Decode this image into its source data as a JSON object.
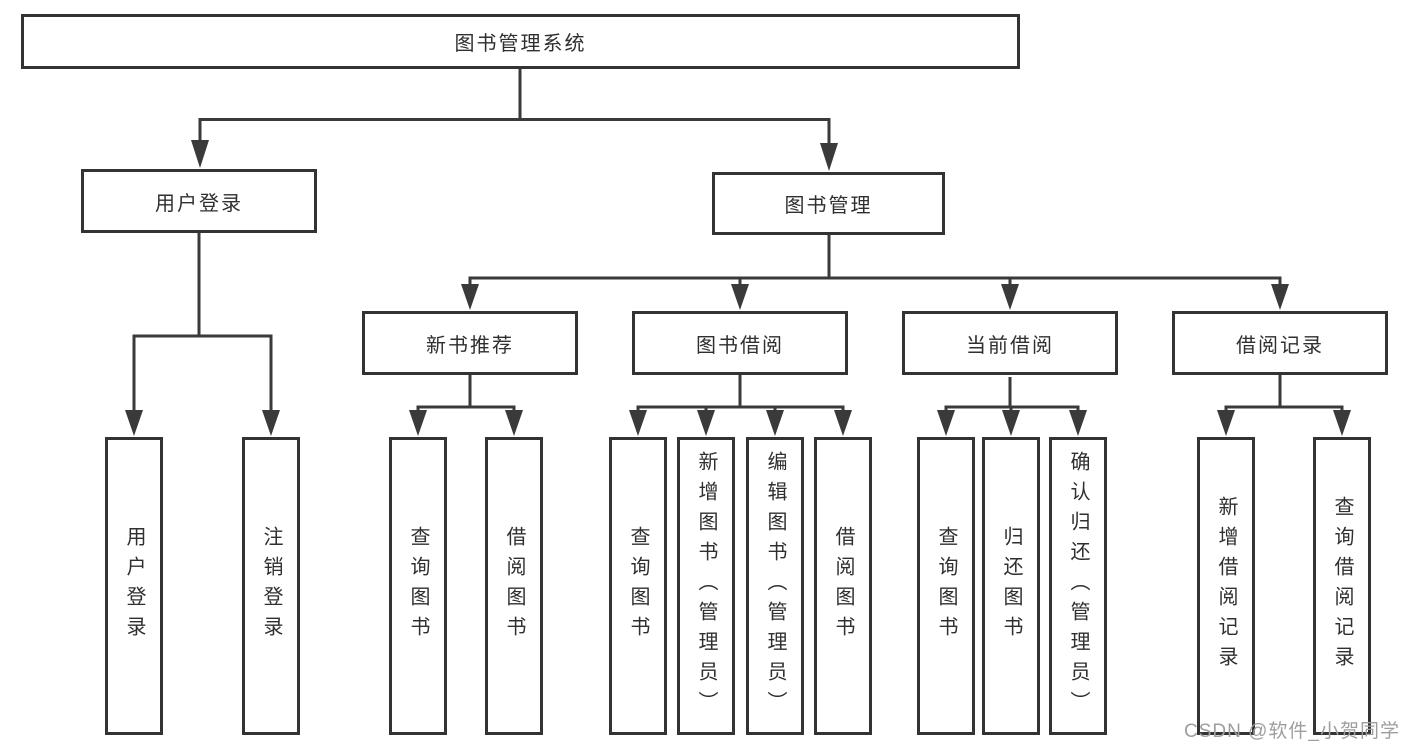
{
  "tree": {
    "root": {
      "label": "图书管理系统"
    },
    "branches": [
      {
        "label": "用户登录"
      },
      {
        "label": "图书管理"
      }
    ],
    "modules": [
      {
        "label": "新书推荐"
      },
      {
        "label": "图书借阅"
      },
      {
        "label": "当前借阅"
      },
      {
        "label": "借阅记录"
      }
    ],
    "leaves": {
      "login": [
        {
          "label": "用户登录"
        },
        {
          "label": "注销登录"
        }
      ],
      "new_books": [
        {
          "label": "查询图书"
        },
        {
          "label": "借阅图书"
        }
      ],
      "borrowing": [
        {
          "label": "查询图书"
        },
        {
          "label": "新增图书（管理员）"
        },
        {
          "label": "编辑图书（管理员）"
        },
        {
          "label": "借阅图书"
        }
      ],
      "current": [
        {
          "label": "查询图书"
        },
        {
          "label": "归还图书"
        },
        {
          "label": "确认归还（管理员）"
        }
      ],
      "records": [
        {
          "label": "新增借阅记录"
        },
        {
          "label": "查询借阅记录"
        }
      ]
    }
  },
  "watermark": {
    "text": "CSDN @软件_小贺同学"
  },
  "colors": {
    "line": "#3a3a3a",
    "node_border": "#333333",
    "text": "#2f2f2f",
    "watermark": "#9e9e9e",
    "background": "#ffffff"
  }
}
